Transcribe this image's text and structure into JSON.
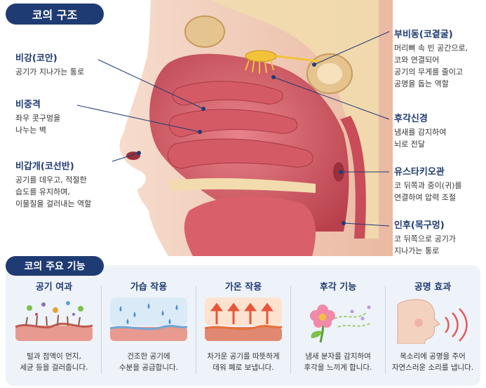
{
  "header": {
    "title": "코의 구조"
  },
  "labels": [
    {
      "id": "nasal-cavity",
      "title": "비강(코안)",
      "lines": [
        "공기가 지나가는 통로"
      ]
    },
    {
      "id": "septum",
      "title": "비중격",
      "lines": [
        "좌우 콧구멍을",
        "나누는 벽"
      ]
    },
    {
      "id": "turbinate",
      "title": "비갑개(코선반)",
      "lines": [
        "공기를 데우고, 적절한",
        "습도를 유지하며,",
        "이물질을 걸러내는 역할"
      ]
    },
    {
      "id": "sinus",
      "title": "부비동(코곁굴)",
      "lines": [
        "머리뼈 속 빈 공간으로,",
        "코와 연결되어",
        "공기의 무게를 줄이고",
        "공명을 돕는 역할"
      ]
    },
    {
      "id": "olfactory",
      "title": "후각신경",
      "lines": [
        "냄새를 감지하여",
        "뇌로 전달"
      ]
    },
    {
      "id": "eustachian",
      "title": "유스타키오관",
      "lines": [
        "코 뒤쪽과 중이(귀)를",
        "연결하여 압력 조절"
      ]
    },
    {
      "id": "nasopharynx",
      "title": "인후(목구멍)",
      "lines": [
        "코 뒤쪽으로 공기가",
        "지나가는 통로"
      ]
    }
  ],
  "functions_section": {
    "title": "코의 주요 기능",
    "items": [
      {
        "id": "filter",
        "title": "공기 여과",
        "lines": [
          "털과 점액이 먼지,",
          "세균 등을 걸러줍니다."
        ]
      },
      {
        "id": "humidify",
        "title": "가습 작용",
        "lines": [
          "건조한 공기에",
          "수분을 공급합니다."
        ]
      },
      {
        "id": "warm",
        "title": "가온 작용",
        "lines": [
          "차가운 공기를 따뜻하게",
          "데워 폐로 보냅니다."
        ]
      },
      {
        "id": "smell",
        "title": "후각 기능",
        "lines": [
          "냄새 분자를 감지하여",
          "후각을 느끼게 합니다."
        ]
      },
      {
        "id": "resonance",
        "title": "공명 효과",
        "lines": [
          "목소리에 공명을 주어",
          "자연스러운 소리를 냅니다."
        ]
      }
    ]
  },
  "colors": {
    "accent": "#1f3b73",
    "tissue": "#d9606a",
    "bone": "#f2dcae",
    "skin": "#f3d2c0",
    "panel": "#eef2f9"
  }
}
